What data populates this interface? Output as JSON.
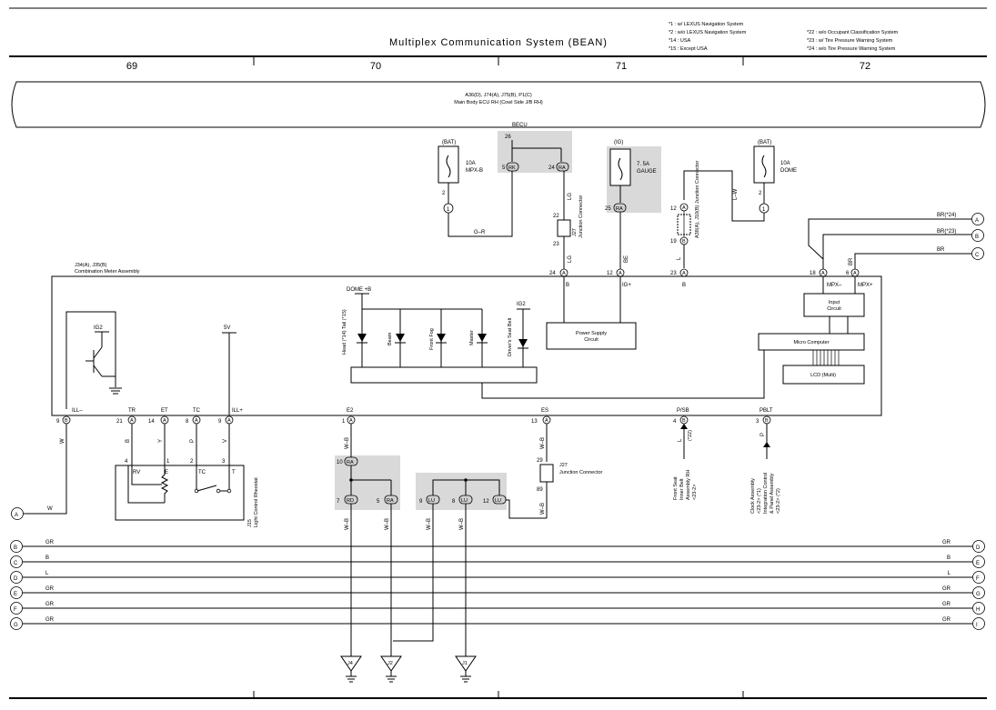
{
  "title": "Multiplex Communication System (BEAN)",
  "notes_left": [
    "*1 : w/ LEXUS Navigation System",
    "*2 : w/o LEXUS Navigation System",
    "*14 : USA",
    "*15 : Except USA"
  ],
  "notes_right": [
    "*22 : w/o Occupant Classification System",
    "*23 : w/ Tire Pressure Warning System",
    "*24 : w/o Tire Pressure Warning System"
  ],
  "zones": [
    "69",
    "70",
    "71",
    "72"
  ],
  "ecu": {
    "line1": "A36(D), J74(A), J75(B), P1(C)",
    "line2": "Main Body ECU RH (Cowl Side J/B RH)"
  },
  "becu": "BECU",
  "fuses": [
    {
      "supply": "(BAT)",
      "rating": "10A",
      "name": "MPX-B",
      "pin": "2",
      "conn": "1"
    },
    {
      "supply": "(IG)",
      "rating": "7. 5A",
      "name": "GAUGE",
      "pin": "25",
      "conn": "RA"
    },
    {
      "supply": "(BAT)",
      "rating": "10A",
      "name": "DOME",
      "pin": "2",
      "conn": "1"
    }
  ],
  "becu_pins": {
    "p26": "26",
    "p5": "5",
    "c5": "RK",
    "p24": "24",
    "c24": "RA"
  },
  "wires": {
    "g_r": "G–R",
    "lg": "LG",
    "be": "BE",
    "l": "L",
    "l_w": "L–W",
    "b": "B",
    "br": "BR",
    "w": "W",
    "y": "Y",
    "p": "P",
    "v": "V",
    "w_b": "W–B",
    "gr": "GR"
  },
  "j27_top": {
    "pin1": "22",
    "pin2": "23",
    "name": "J27",
    "desc": "Junction Connector"
  },
  "j27_bot": {
    "pin1": "29",
    "pin2": "89",
    "name": "J27",
    "desc": "Junction Connector"
  },
  "a38": {
    "pin1": "12",
    "c1": "A",
    "pin2": "19",
    "c2": "B",
    "desc": "A38(A), J10(B) Junction Connector"
  },
  "br_labels": [
    "BR(*24)",
    "BR(*23)",
    "BR"
  ],
  "meter": {
    "line1": "J34(A), J35(B)",
    "line2": "Combination Meter Assembly"
  },
  "meter_top_pins": [
    {
      "n": "24",
      "c": "A",
      "lbl": "B"
    },
    {
      "n": "12",
      "c": "A",
      "lbl": "IG+"
    },
    {
      "n": "23",
      "c": "A",
      "lbl": "B"
    },
    {
      "n": "18",
      "c": "A",
      "lbl": "MPX–"
    },
    {
      "n": "6",
      "c": "A",
      "lbl": "MPX+"
    }
  ],
  "meter_bottom_pins": [
    {
      "n": "9",
      "c": "B",
      "lbl": "ILL–"
    },
    {
      "n": "21",
      "c": "A",
      "lbl": "TR"
    },
    {
      "n": "14",
      "c": "A",
      "lbl": "ET"
    },
    {
      "n": "8",
      "c": "A",
      "lbl": "TC"
    },
    {
      "n": "9",
      "c": "A",
      "lbl": "ILL+"
    },
    {
      "n": "1",
      "c": "A",
      "lbl": "E2"
    },
    {
      "n": "13",
      "c": "A",
      "lbl": "ES"
    },
    {
      "n": "4",
      "c": "B",
      "lbl": "P/SB"
    },
    {
      "n": "3",
      "c": "B",
      "lbl": "PBLT"
    }
  ],
  "internal": {
    "ig2_left": "IG2",
    "v5": "5V",
    "dome_b": "DOME +B",
    "ig2_right": "IG2",
    "psu": [
      "Power Supply",
      "Circuit"
    ],
    "input": [
      "Input",
      "Circuit"
    ],
    "micro": "Micro Computer",
    "lcd": "LCD (Multi)",
    "lamps": [
      "Head (*14) Tail (*15)",
      "Beam",
      "Front Fog",
      "Master",
      "Driver's Seat Belt"
    ]
  },
  "rheostat": {
    "pins": [
      "4",
      "1",
      "2",
      "3"
    ],
    "labels": [
      "RV",
      "E",
      "TC",
      "T"
    ],
    "name": "J15",
    "desc": "Light Control Rheostat"
  },
  "splice_e2": {
    "top": "10",
    "topc": "RA",
    "l": "7",
    "lc": "RD",
    "r": "5",
    "rc": "RA"
  },
  "splice_e3": {
    "a": "9",
    "ac": "LU",
    "b": "8",
    "bc": "LU",
    "c": "12",
    "cc": "LU"
  },
  "grounds": [
    "J4",
    "J2",
    "J1"
  ],
  "psb_desc": [
    "Front Seat",
    "Inner Belt",
    "Assembly RH",
    "<23-2>"
  ],
  "pblt_desc": [
    "Clock Assembly",
    "<23-2> (*1)",
    "Integration Control",
    "& Panel Assembly",
    "<23-2> (*2)"
  ],
  "psb_tag": "(*22)",
  "bus_lines": [
    {
      "left": "B",
      "right": "D",
      "color": "GR",
      "rcolor": "GR"
    },
    {
      "left": "C",
      "right": "E",
      "color": "B",
      "rcolor": "B"
    },
    {
      "left": "D",
      "right": "F",
      "color": "L",
      "rcolor": "L"
    },
    {
      "left": "E",
      "right": "G",
      "color": "GR",
      "rcolor": "GR"
    },
    {
      "left": "F",
      "right": "H",
      "color": "GR",
      "rcolor": "GR"
    },
    {
      "left": "G",
      "right": "I",
      "color": "GR",
      "rcolor": "GR"
    }
  ],
  "refs_right": [
    "A",
    "B",
    "C"
  ],
  "ref_left_a": "A"
}
